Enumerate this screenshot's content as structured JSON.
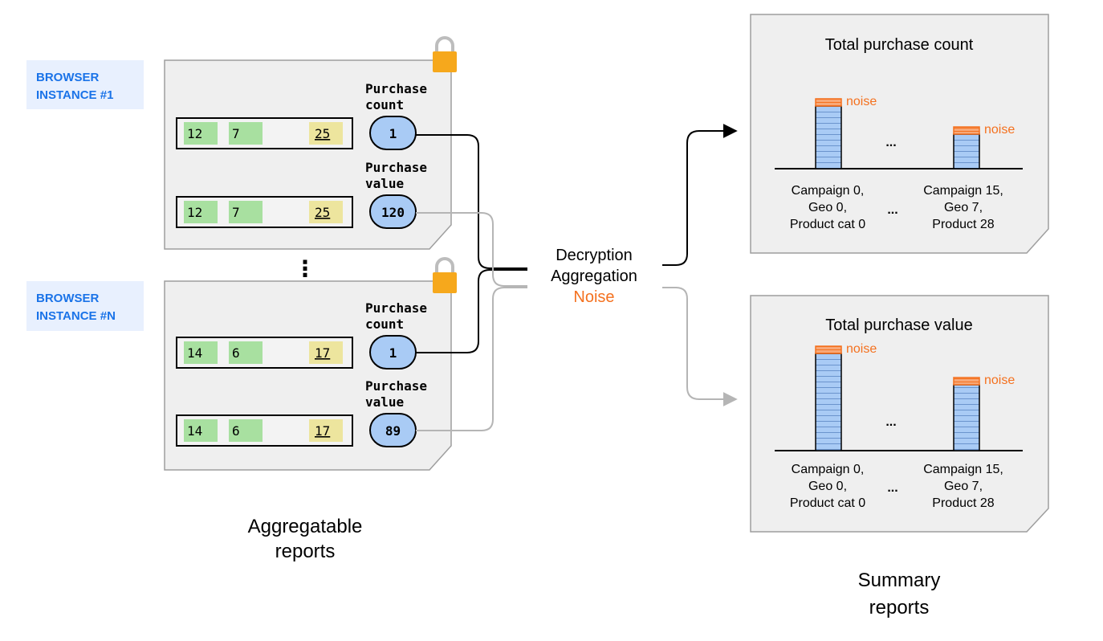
{
  "browsers": [
    {
      "label_line1": "BROWSER",
      "label_line2": "INSTANCE #1",
      "reports": [
        {
          "key_values": [
            "12",
            "7",
            "25"
          ],
          "label_line1": "Purchase",
          "label_line2": "count",
          "value": "1"
        },
        {
          "key_values": [
            "12",
            "7",
            "25"
          ],
          "label_line1": "Purchase",
          "label_line2": "value",
          "value": "120"
        }
      ]
    },
    {
      "label_line1": "BROWSER",
      "label_line2": "INSTANCE #N",
      "reports": [
        {
          "key_values": [
            "14",
            "6",
            "17"
          ],
          "label_line1": "Purchase",
          "label_line2": "count",
          "value": "1"
        },
        {
          "key_values": [
            "14",
            "6",
            "17"
          ],
          "label_line1": "Purchase",
          "label_line2": "value",
          "value": "89"
        }
      ]
    }
  ],
  "ellipsis_vertical": "⋮",
  "aggregatable_caption": [
    "Aggregatable",
    "reports"
  ],
  "process": {
    "line1": "Decryption",
    "line2": "Aggregation",
    "line3": "Noise"
  },
  "summaries": [
    {
      "title": "Total purchase count",
      "noise_label": "noise",
      "ellipsis": "...",
      "bar_fill_fraction": [
        1.0,
        0.55
      ],
      "categories": [
        [
          "Campaign 0,",
          "Geo 0,",
          "Product cat 0"
        ],
        [
          "Campaign 15,",
          "Geo 7,",
          "Product 28"
        ]
      ]
    },
    {
      "title": "Total purchase value",
      "noise_label": "noise",
      "ellipsis": "...",
      "bar_fill_fraction": [
        1.0,
        0.68
      ],
      "categories": [
        [
          "Campaign 0,",
          "Geo 0,",
          "Product cat 0"
        ],
        [
          "Campaign 15,",
          "Geo 7,",
          "Product 28"
        ]
      ]
    }
  ],
  "summary_caption": [
    "Summary",
    "reports"
  ],
  "colors": {
    "browser_label": "#1a73e8",
    "browser_label_bg": "#e8f0fe",
    "doc_fill": "#efefef",
    "doc_stroke": "#9e9e9e",
    "key_green": "#a8e0a0",
    "key_yellow": "#ede59e",
    "pill_blue": "#a9cbf5",
    "bar_blue": "#a9cbf5",
    "noise_orange": "#f4711f",
    "lock_gold": "#f6a81c",
    "arrow_black": "#000000",
    "arrow_gray": "#b5b5b5"
  }
}
